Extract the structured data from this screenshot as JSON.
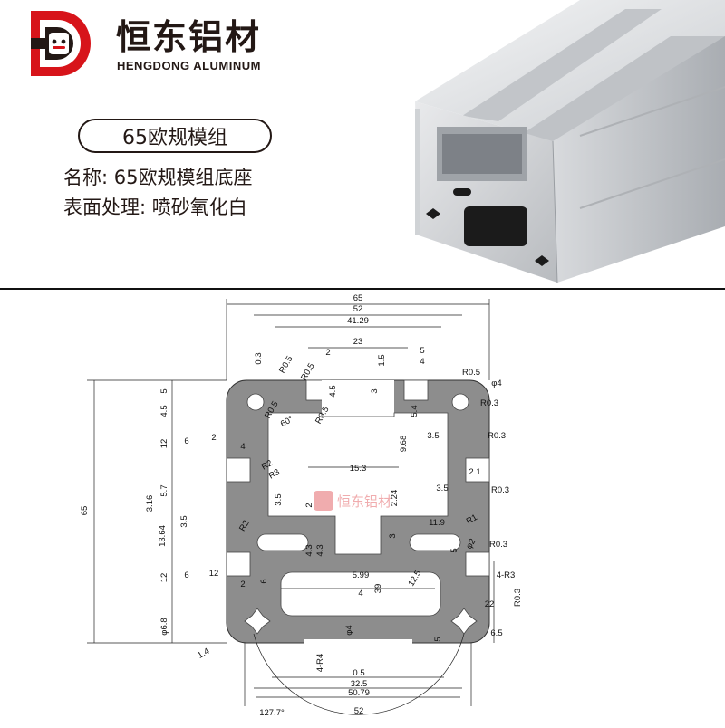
{
  "brand": {
    "name_cn": "恒东铝材",
    "name_en": "HENGDONG ALUMINUM",
    "logo_color": "#d7141a"
  },
  "product": {
    "series": "65欧规模组",
    "name_line": "名称: 65欧规模组底座",
    "surface_line": "表面处理: 喷砂氧化白"
  },
  "watermark": {
    "text": "恒东铝材"
  },
  "dimensions": [
    "65",
    "52",
    "41.29",
    "23",
    "0.3",
    "R0.5",
    "2",
    "R0.5",
    "1.5",
    "5",
    "4",
    "R0.5",
    "3",
    "4.5",
    "5",
    "4.5",
    "R0.5",
    "60°",
    "R0.5",
    "φ4",
    "R0.3",
    "5.4",
    "9.68",
    "3.5",
    "R0.3",
    "12",
    "6",
    "2",
    "4",
    "R2",
    "R3",
    "2.1",
    "15.3",
    "5.7",
    "3.16",
    "12",
    "6",
    "2.24",
    "3.5",
    "R0.3",
    "3.5",
    "2",
    "3.5",
    "65",
    "13.64",
    "R2",
    "11.9",
    "R1",
    "3",
    "φ2",
    "5",
    "R0.3",
    "4.3",
    "4.3",
    "5.99",
    "12",
    "6",
    "2",
    "4",
    "39",
    "12.5",
    "4-R3",
    "R0.3",
    "22",
    "φ6.8",
    "6.5",
    "φ4",
    "5",
    "1.4",
    "4-R4",
    "0.5",
    "32.5",
    "50.79",
    "52",
    "127.7°"
  ]
}
